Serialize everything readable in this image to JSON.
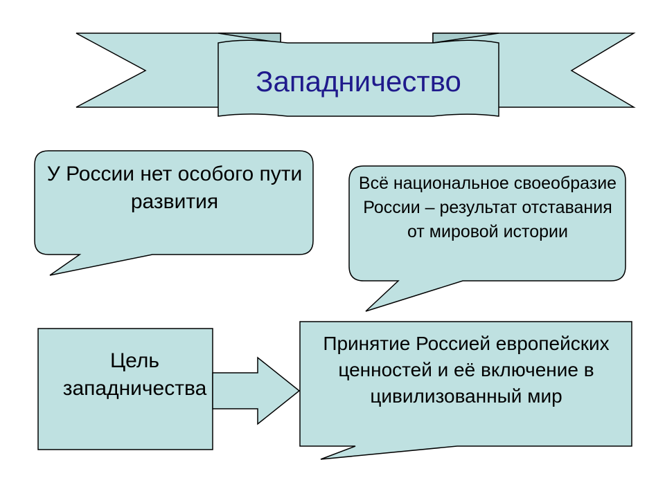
{
  "colors": {
    "fill": "#bfe1e1",
    "stroke": "#000000",
    "title_text": "#1f1a8c",
    "text": "#000000"
  },
  "banner": {
    "title": "Западничество"
  },
  "callout_left": {
    "text": "У России нет особого пути развития"
  },
  "callout_right": {
    "text": "Всё национальное своеобразие России – результат отставания от мировой истории"
  },
  "goal_box": {
    "text": "Цель западничества"
  },
  "goal_arrow": {
    "icon": "right-arrow-icon"
  },
  "goal_callout": {
    "text": "Принятие Россией европейских ценностей и её включение в цивилизованный мир"
  }
}
